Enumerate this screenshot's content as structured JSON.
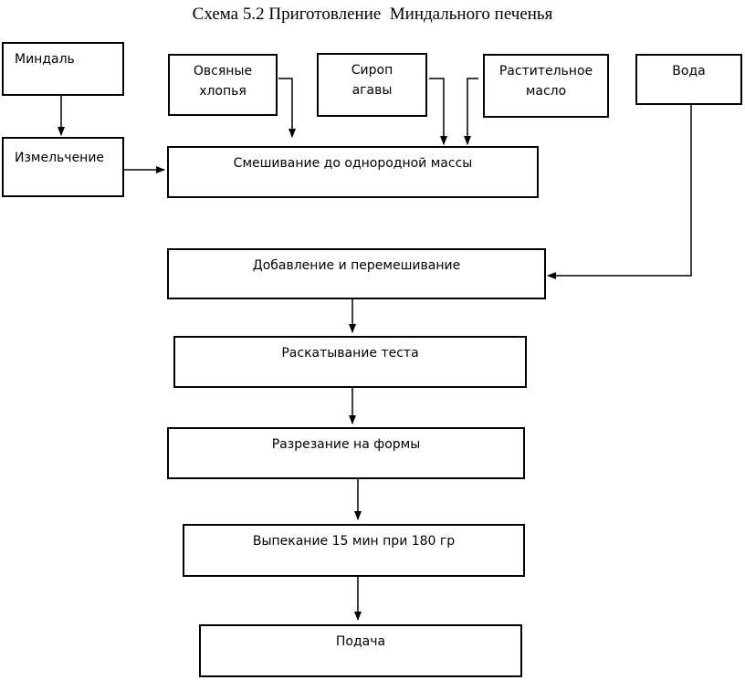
{
  "title": "Схема 5.2 Приготовление  Миндального печенья",
  "nodes": {
    "almond": "Миндаль",
    "oats": "Овсяные\nхлопья",
    "syrup": "Сироп\nагавы",
    "oil": "Растительное\nмасло",
    "water": "Вода",
    "grinding": "Измельчение",
    "mixing": "Смешивание до однородной массы",
    "adding": "Добавление и перемешивание",
    "rolling": "Раскатывание теста",
    "cutting": "Разрезание на формы",
    "baking": "Выпекание  15 мин при 180 гр",
    "serving": "Подача"
  }
}
